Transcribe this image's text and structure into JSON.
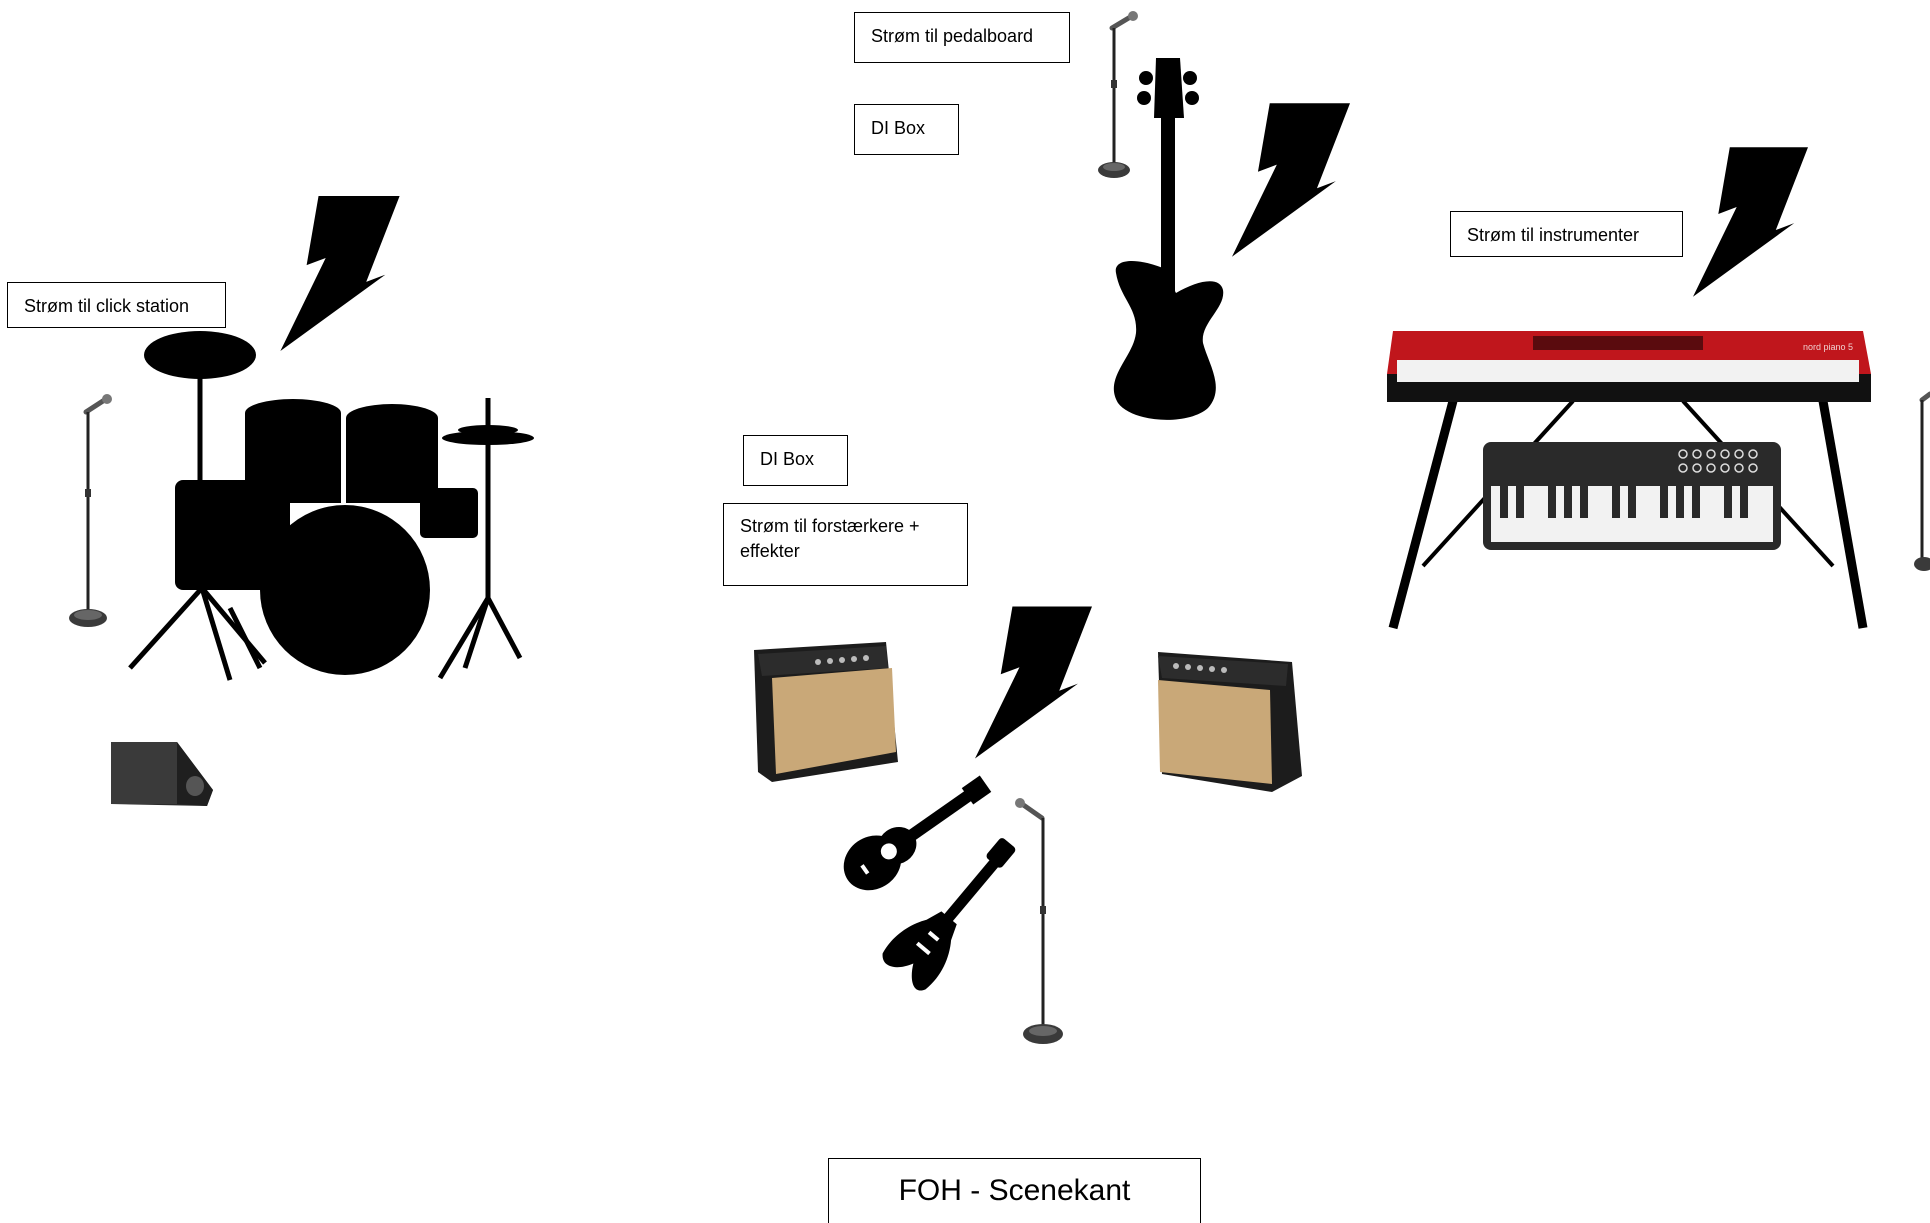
{
  "stage_plot": {
    "labels": {
      "pedalboard_power": "Strøm til pedalboard",
      "di_box_bass": "DI Box",
      "click_station_power": "Strøm til click station",
      "instruments_power": "Strøm til instrumenter",
      "di_box_guitar": "DI Box",
      "amps_power_line1": "Strøm til forstærkere +",
      "amps_power_line2": "effekter",
      "foh": "FOH - Scenekant"
    },
    "keyboard_brand_text": "nord piano 5",
    "colors": {
      "background": "#ffffff",
      "silhouette": "#000000",
      "keyboard_red": "#c0161c",
      "amp_grille": "#c9a878",
      "amp_body": "#1c1c1c"
    }
  }
}
